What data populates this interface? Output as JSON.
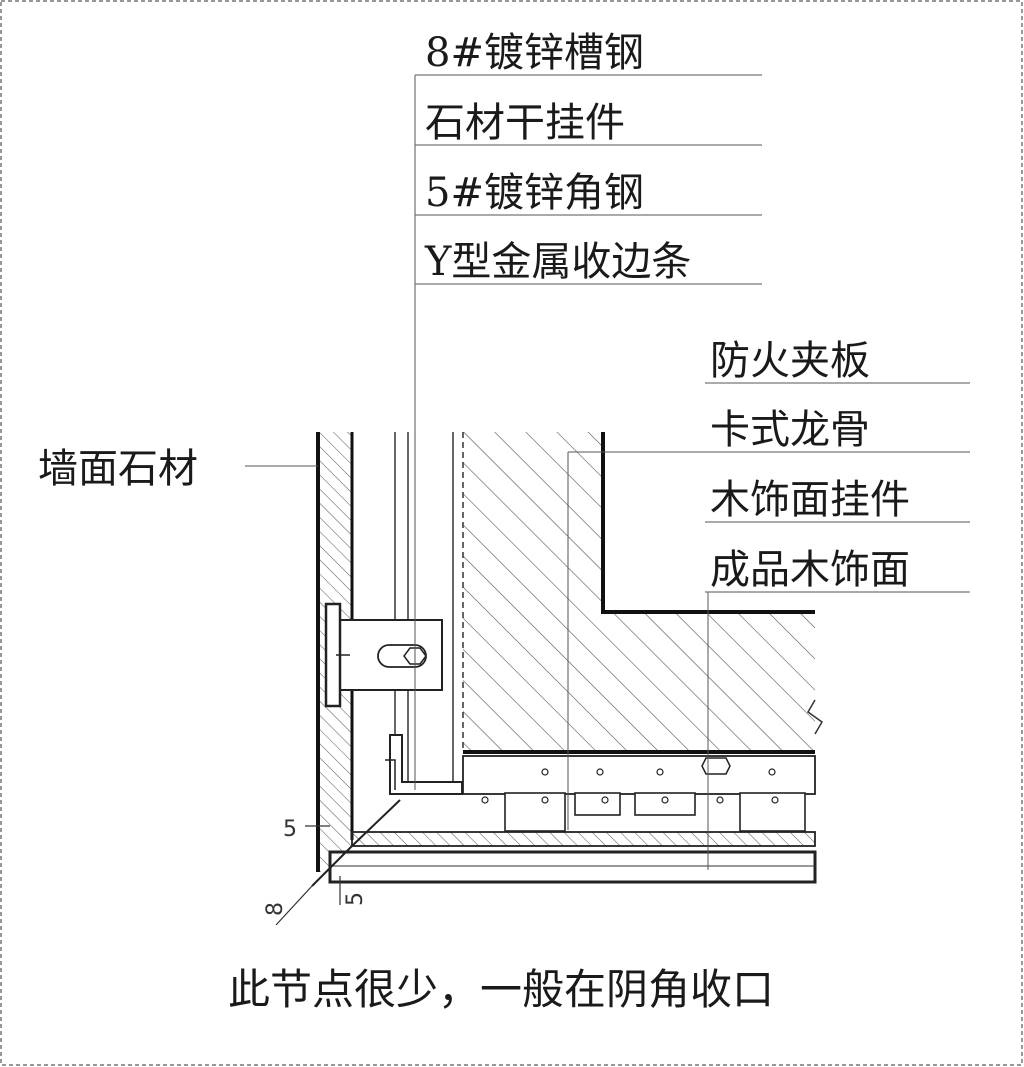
{
  "labels_top": [
    {
      "text": "8#镀锌槽钢"
    },
    {
      "text": "石材干挂件"
    },
    {
      "text": "5#镀锌角钢"
    },
    {
      "text": "Y型金属收边条"
    }
  ],
  "labels_right": [
    {
      "text": "防火夹板"
    },
    {
      "text": "卡式龙骨"
    },
    {
      "text": "木饰面挂件"
    },
    {
      "text": "成品木饰面"
    }
  ],
  "label_left": "墙面石材",
  "caption": "此节点很少，一般在阴角收口",
  "dims": {
    "d1": "5",
    "d2": "5",
    "d3": "8"
  }
}
